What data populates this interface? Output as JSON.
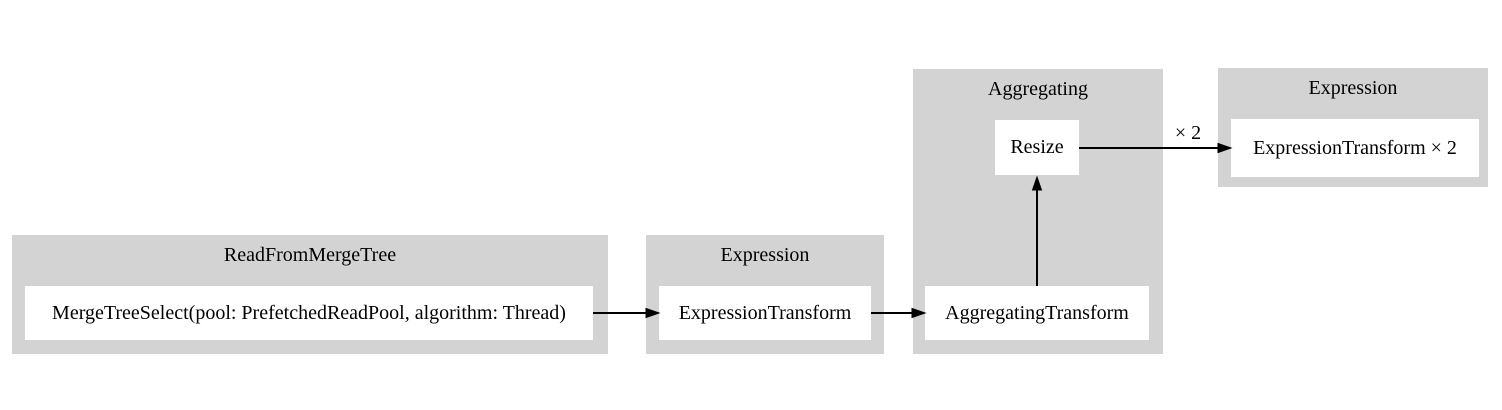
{
  "diagram": {
    "type": "query-pipeline-graph",
    "background": "#ffffff",
    "colors": {
      "cluster_fill": "#d3d3d3",
      "node_fill": "#ffffff",
      "edge": "#000000",
      "text": "#000000"
    },
    "clusters": [
      {
        "title": "ReadFromMergeTree",
        "nodes": [
          {
            "label": "MergeTreeSelect(pool: PrefetchedReadPool, algorithm: Thread)"
          }
        ]
      },
      {
        "title": "Expression",
        "nodes": [
          {
            "label": "ExpressionTransform"
          }
        ]
      },
      {
        "title": "Aggregating",
        "nodes": [
          {
            "label": "Resize"
          },
          {
            "label": "AggregatingTransform"
          }
        ]
      },
      {
        "title": "Expression",
        "nodes": [
          {
            "label": "ExpressionTransform × 2"
          }
        ]
      }
    ],
    "edges": [
      {
        "from": "MergeTreeSelect(pool: PrefetchedReadPool, algorithm: Thread)",
        "to": "ExpressionTransform",
        "label": ""
      },
      {
        "from": "ExpressionTransform",
        "to": "AggregatingTransform",
        "label": ""
      },
      {
        "from": "AggregatingTransform",
        "to": "Resize",
        "label": ""
      },
      {
        "from": "Resize",
        "to": "ExpressionTransform × 2",
        "label": "× 2"
      }
    ]
  }
}
